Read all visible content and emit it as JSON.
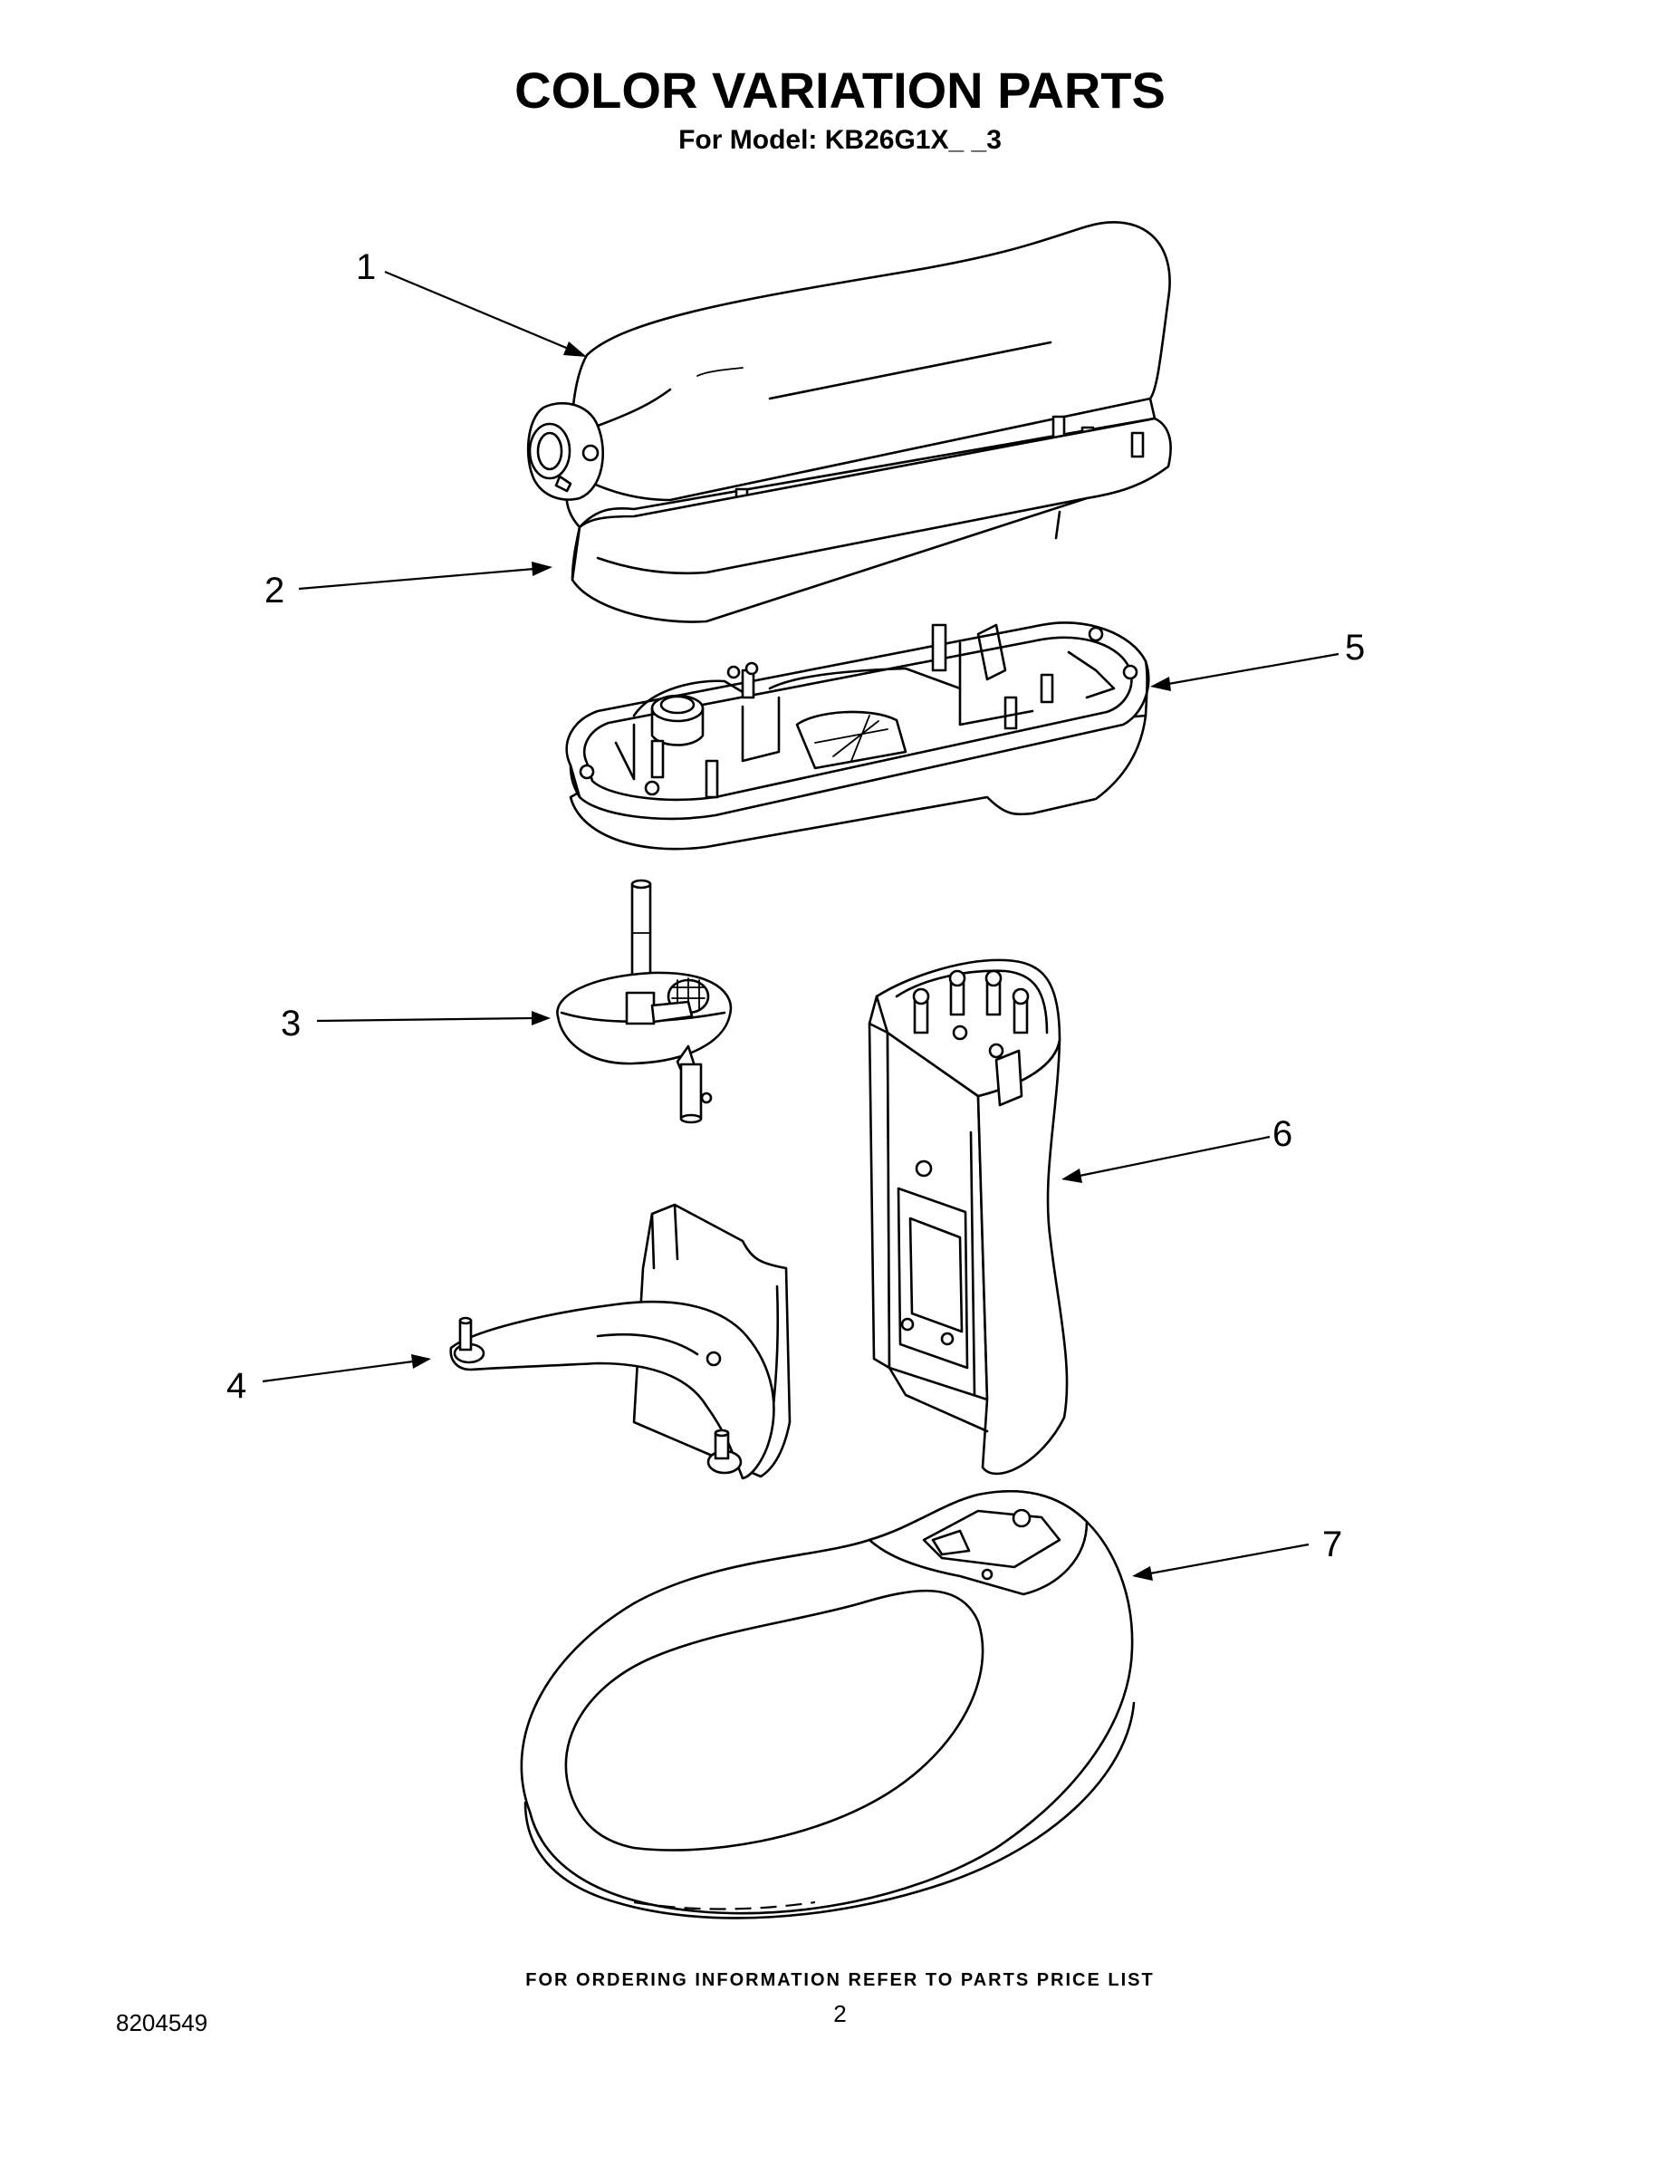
{
  "header": {
    "title": "COLOR VARIATION PARTS",
    "subtitle": "For Model: KB26G1X_ _3"
  },
  "parts": [
    {
      "number": "1",
      "icon": "motor-housing-cover-icon"
    },
    {
      "number": "2",
      "icon": "trim-band-icon"
    },
    {
      "number": "3",
      "icon": "planetary-gear-shaft-icon"
    },
    {
      "number": "4",
      "icon": "bowl-support-bracket-icon"
    },
    {
      "number": "5",
      "icon": "gear-housing-base-icon"
    },
    {
      "number": "6",
      "icon": "pedestal-column-icon"
    },
    {
      "number": "7",
      "icon": "mixer-base-icon"
    }
  ],
  "footer": {
    "ordering_note": "FOR ORDERING INFORMATION REFER TO PARTS PRICE LIST",
    "page_number": "2",
    "document_number": "8204549"
  }
}
